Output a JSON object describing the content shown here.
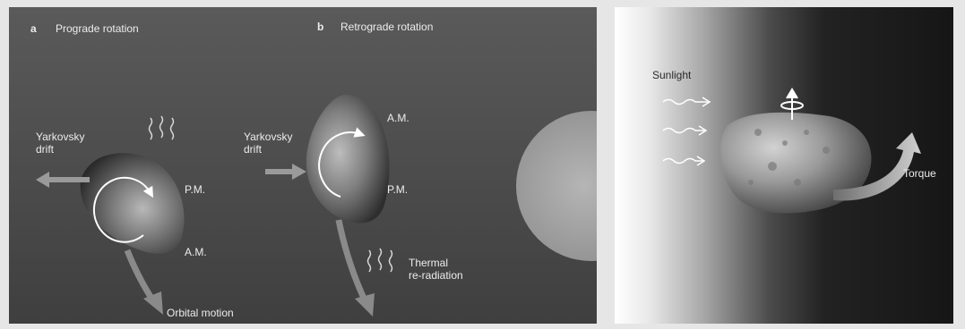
{
  "panel_a": {
    "letter": "a",
    "title": "Prograde rotation",
    "drift_line1": "Yarkovsky",
    "drift_line2": "drift",
    "pm": "P.M.",
    "am": "A.M.",
    "orbital": "Orbital motion"
  },
  "panel_b": {
    "letter": "b",
    "title": "Retrograde rotation",
    "drift_line1": "Yarkovsky",
    "drift_line2": "drift",
    "am": "A.M.",
    "pm": "P.M.",
    "thermal_line1": "Thermal",
    "thermal_line2": "re-radiation"
  },
  "panel_c": {
    "sunlight": "Sunlight",
    "torque": "Torque"
  },
  "colors": {
    "panel_bg": "#4f4f4f",
    "arrow": "#9a9a9a",
    "sun": "#aaaaaa",
    "text": "#ececec"
  }
}
